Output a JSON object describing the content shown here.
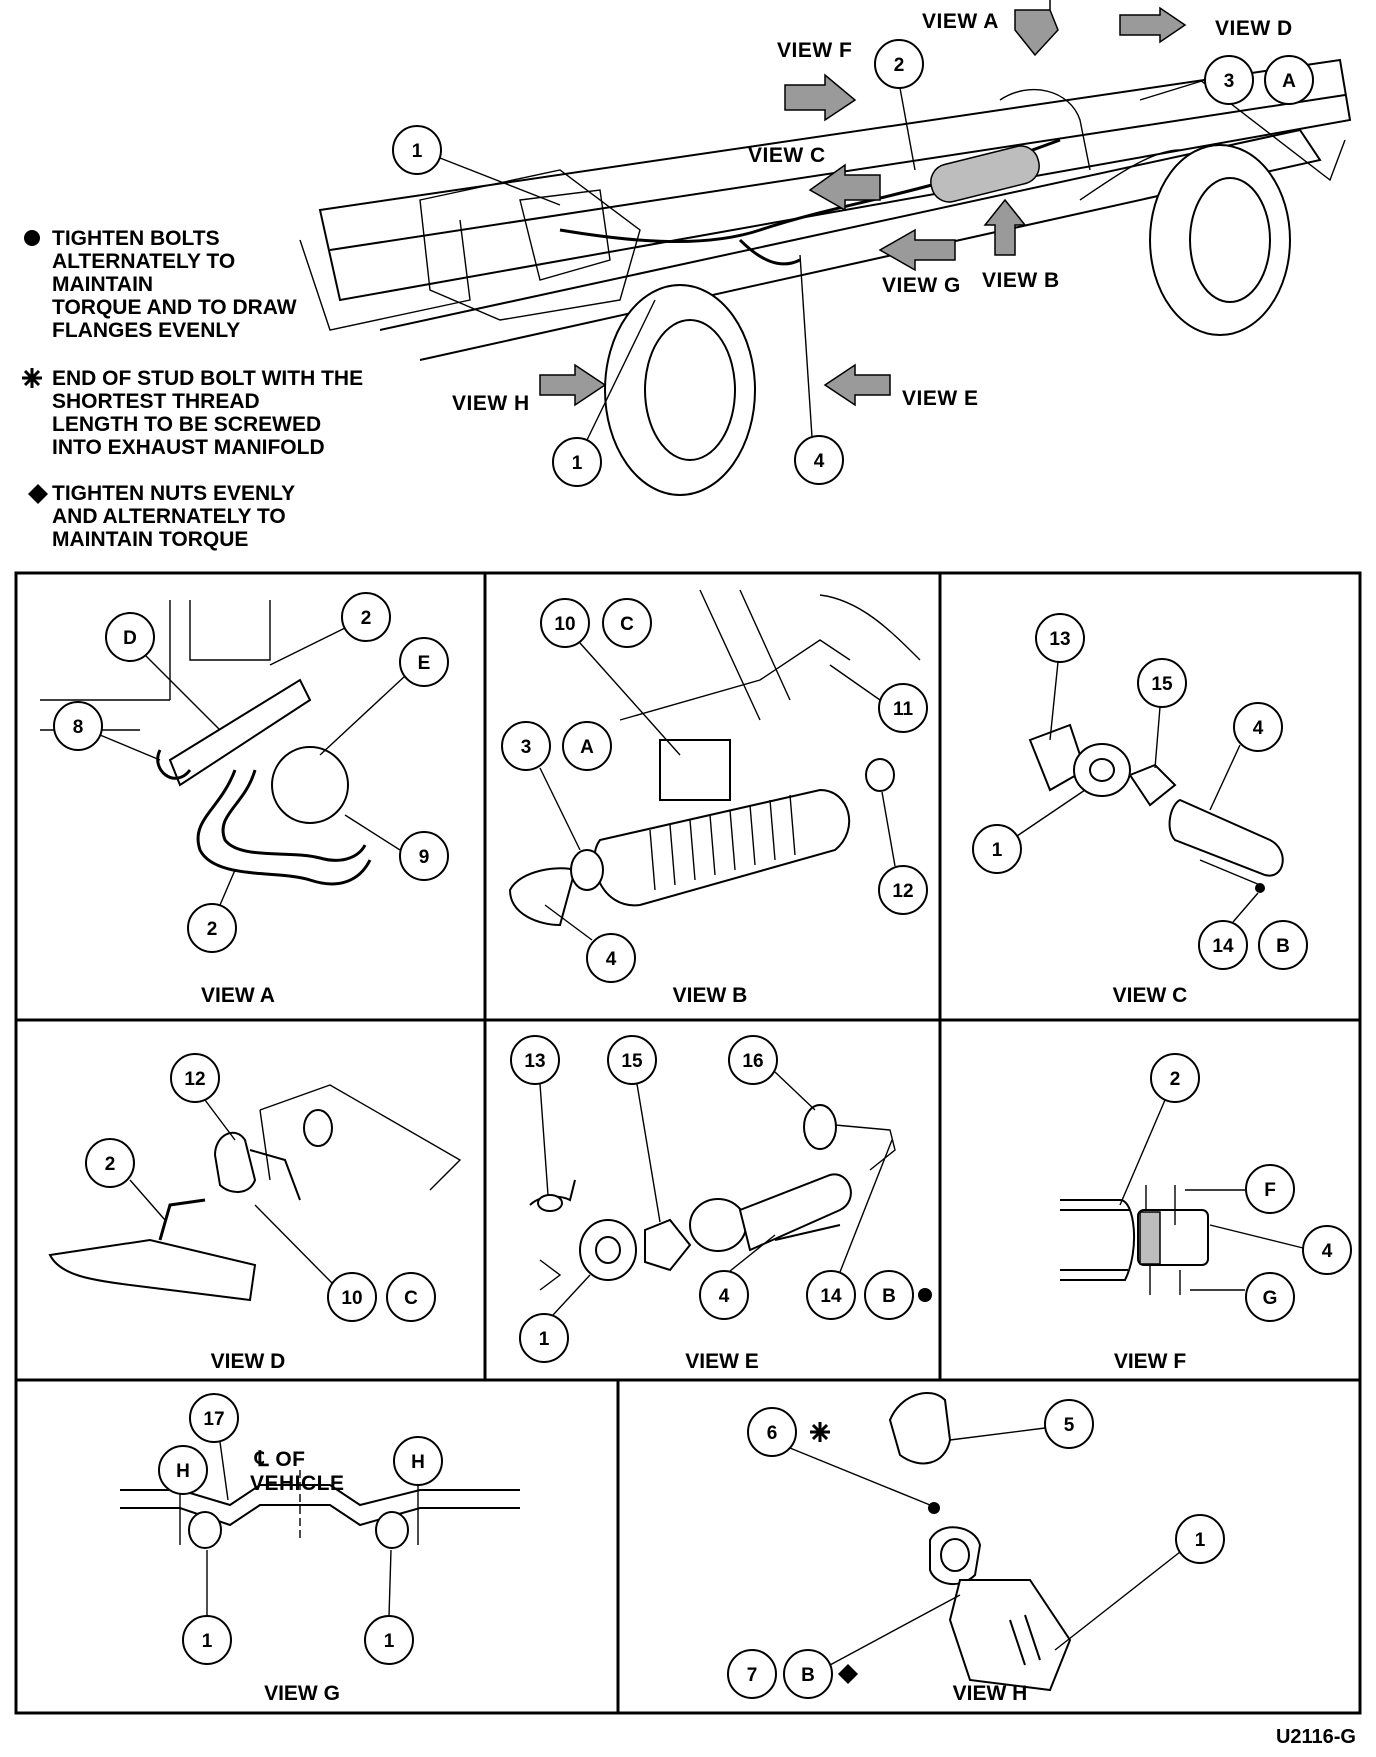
{
  "notes": [
    {
      "symbol": "bullet",
      "lines": [
        "TIGHTEN BOLTS",
        "ALTERNATELY TO",
        "MAINTAIN",
        "TORQUE AND TO DRAW",
        "FLANGES EVENLY"
      ]
    },
    {
      "symbol": "asterisk",
      "lines": [
        "END OF STUD BOLT WITH THE",
        "SHORTEST THREAD",
        "LENGTH TO BE SCREWED",
        "INTO EXHAUST MANIFOLD"
      ]
    },
    {
      "symbol": "diamond",
      "lines": [
        "TIGHTEN NUTS EVENLY",
        "AND ALTERNATELY TO",
        "MAINTAIN TORQUE"
      ]
    }
  ],
  "overview": {
    "view_arrows": [
      "VIEW A",
      "VIEW D",
      "VIEW F",
      "VIEW C",
      "VIEW G",
      "VIEW B",
      "VIEW H",
      "VIEW E"
    ],
    "callouts": [
      "1",
      "2",
      "3",
      "A",
      "1",
      "4"
    ]
  },
  "panels": {
    "view_a": {
      "title": "VIEW A",
      "callouts": [
        "D",
        "2",
        "E",
        "8",
        "9",
        "2"
      ]
    },
    "view_b": {
      "title": "VIEW B",
      "callouts": [
        "10",
        "C",
        "11",
        "3",
        "A",
        "12",
        "4"
      ]
    },
    "view_c": {
      "title": "VIEW C",
      "callouts": [
        "13",
        "15",
        "4",
        "1",
        "14",
        "B"
      ]
    },
    "view_d": {
      "title": "VIEW D",
      "callouts": [
        "12",
        "2",
        "10",
        "C"
      ]
    },
    "view_e": {
      "title": "VIEW E",
      "callouts": [
        "13",
        "15",
        "16",
        "1",
        "4",
        "14",
        "B"
      ]
    },
    "view_f": {
      "title": "VIEW F",
      "callouts": [
        "2",
        "F",
        "4",
        "G"
      ]
    },
    "view_g": {
      "title": "VIEW G",
      "callouts": [
        "17",
        "H",
        "H",
        "1",
        "1"
      ],
      "centerline_label": [
        "℄ OF",
        "VEHICLE"
      ]
    },
    "view_h": {
      "title": "VIEW H",
      "callouts": [
        "6",
        "5",
        "1",
        "7",
        "B"
      ]
    }
  },
  "figure_code": "U2116-G"
}
